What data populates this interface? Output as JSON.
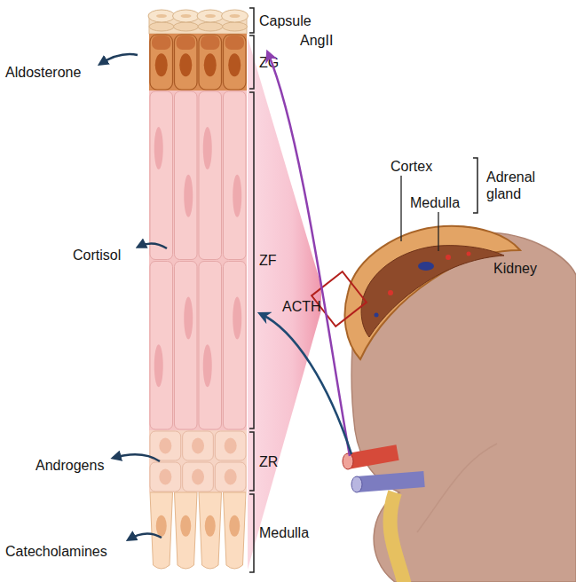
{
  "diagram": {
    "nodes": [
      {
        "text": [
          "Capsule"
        ]
      },
      {
        "text": [
          "ZG"
        ]
      },
      {
        "text": [
          "ZF"
        ]
      },
      {
        "text": [
          "ZR"
        ]
      },
      {
        "text": [
          "Medulla"
        ]
      },
      {
        "text": [
          "Kidney"
        ]
      }
    ],
    "labels": [
      "Aldosterone",
      "AngII",
      "Cortisol",
      "ACTH",
      "Cortex",
      "Medulla",
      "Adrenal gland",
      "Androgens",
      "Catecholamines"
    ]
  }
}
